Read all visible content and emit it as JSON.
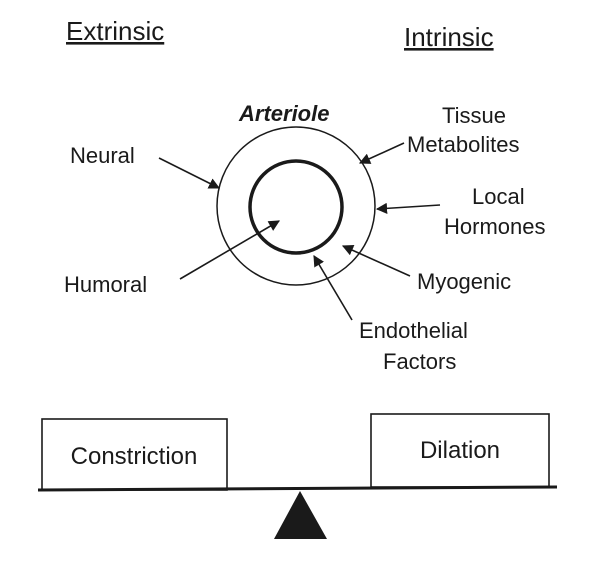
{
  "headers": {
    "extrinsic": "Extrinsic",
    "intrinsic": "Intrinsic"
  },
  "vessel": {
    "title": "Arteriole"
  },
  "factors": {
    "neural": "Neural",
    "humoral": "Humoral",
    "tissue_line1": "Tissue",
    "tissue_line2": "Metabolites",
    "local_line1": "Local",
    "local_line2": "Hormones",
    "myogenic": "Myogenic",
    "endothelial_line1": "Endothelial",
    "endothelial_line2": "Factors"
  },
  "balance": {
    "constriction": "Constriction",
    "dilation": "Dilation"
  }
}
